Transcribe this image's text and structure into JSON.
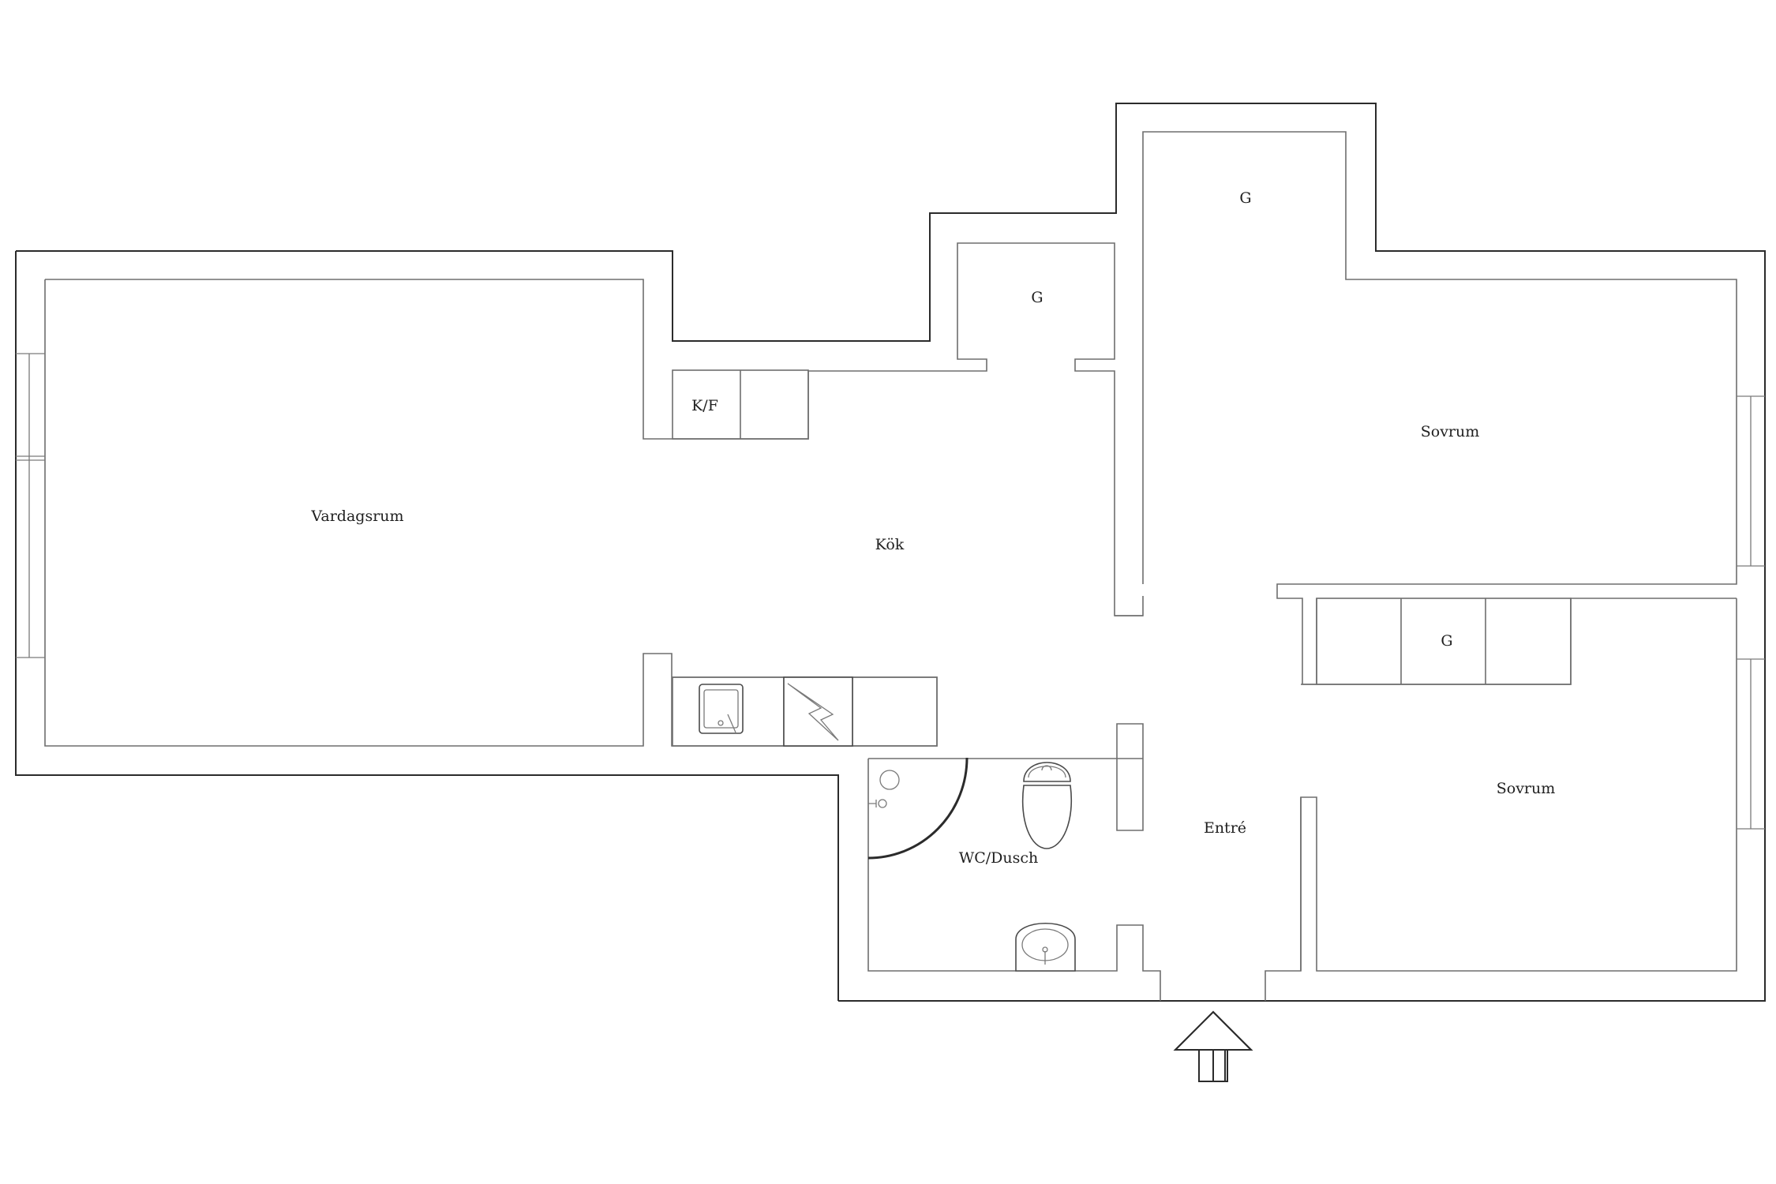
{
  "rooms": {
    "vardagsrum": "Vardagsrum",
    "kok": "Kök",
    "kf": "K/F",
    "g_small": "G",
    "g_top": "G",
    "sovrum_top": "Sovrum",
    "g_wardrobe": "G",
    "sovrum_bottom": "Sovrum",
    "wc": "WC/Dusch",
    "entre": "Entré"
  },
  "icons": {
    "entrance": "arrow-up-icon",
    "sink": "kitchen-sink-icon",
    "stove": "stove-icon",
    "toilet": "toilet-icon",
    "basin": "wash-basin-icon",
    "shower": "shower-icon"
  }
}
